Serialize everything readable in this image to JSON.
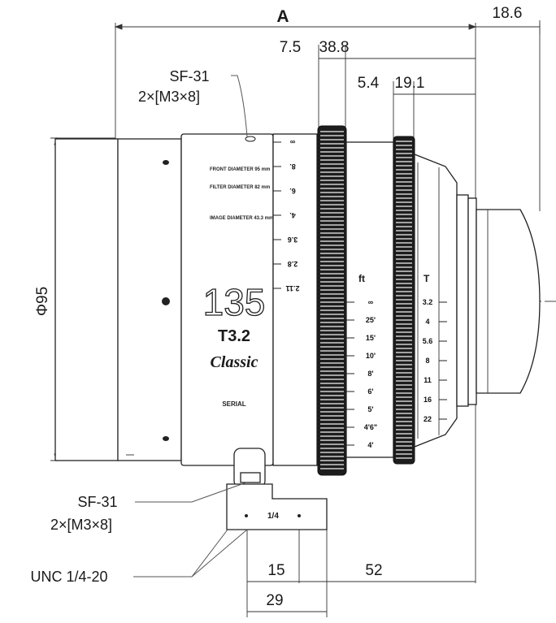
{
  "dimensions": {
    "A": "A",
    "d18_6": "18.6",
    "d7_5": "7.5",
    "d38_8": "38.8",
    "d5_4": "5.4",
    "d19_1": "19.1",
    "diameter": "Φ95",
    "d15": "15",
    "d52": "52",
    "d29": "29"
  },
  "callouts": {
    "sf31_top": "SF-31",
    "screws_top": "2×[M3×8]",
    "sf31_bottom": "SF-31",
    "screws_bottom": "2×[M3×8]",
    "unc": "UNC 1/4-20"
  },
  "lens_barrel": {
    "focal_length": "135",
    "aperture": "T3.2",
    "series": "Classic",
    "serial": "SERIAL",
    "spec_1": "FRONT DIAMETER 95 mm",
    "spec_2": "FILTER DIAMETER 82 mm",
    "spec_3": "IMAGE DIAMETER 43.3 mm"
  },
  "mount": {
    "thread_label": "1/4"
  },
  "distance_scale": {
    "unit": "ft",
    "marks": [
      "∞",
      "25'",
      "15'",
      "10'",
      "8'",
      "6'",
      "5'",
      "4'6\"",
      "4'"
    ]
  },
  "t_scale": {
    "unit": "T",
    "marks": [
      "3.2",
      "4",
      "5.6",
      "8",
      "11",
      "16",
      "22"
    ]
  },
  "upper_marks": [
    "∞",
    "8.",
    "6.",
    "4.",
    "3.6",
    "2.8",
    "2.11"
  ]
}
